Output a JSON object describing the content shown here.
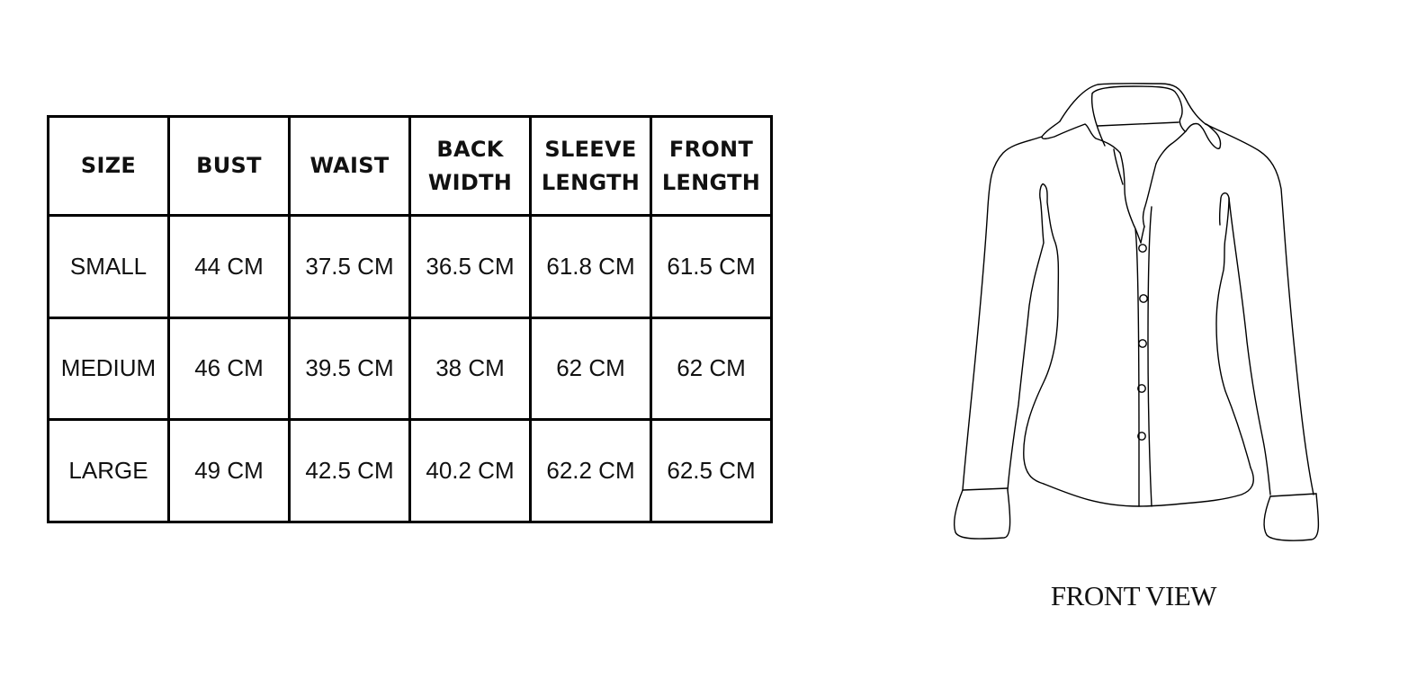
{
  "size_chart": {
    "headers": [
      "SIZE",
      "BUST",
      "WAIST",
      "BACK WIDTH",
      "SLEEVE LENGTH",
      "FRONT LENGTH"
    ],
    "header_lines": [
      [
        "SIZE"
      ],
      [
        "BUST"
      ],
      [
        "WAIST"
      ],
      [
        "BACK",
        "WIDTH"
      ],
      [
        "SLEEVE",
        "LENGTH"
      ],
      [
        "FRONT",
        "LENGTH"
      ]
    ],
    "rows": [
      [
        "SMALL",
        "44 CM",
        "37.5 CM",
        "36.5 CM",
        "61.8 CM",
        "61.5 CM"
      ],
      [
        "MEDIUM",
        "46 CM",
        "39.5 CM",
        "38 CM",
        "62 CM",
        "62 CM"
      ],
      [
        "LARGE",
        "49 CM",
        "42.5 CM",
        "40.2 CM",
        "62.2 CM",
        "62.5 CM"
      ]
    ]
  },
  "illustration": {
    "subject": "long-sleeve button-up shirt outline",
    "button_count": 5,
    "caption": "FRONT VIEW"
  },
  "colors": {
    "background": "#ffffff",
    "line": "#000000",
    "text": "#111111"
  }
}
